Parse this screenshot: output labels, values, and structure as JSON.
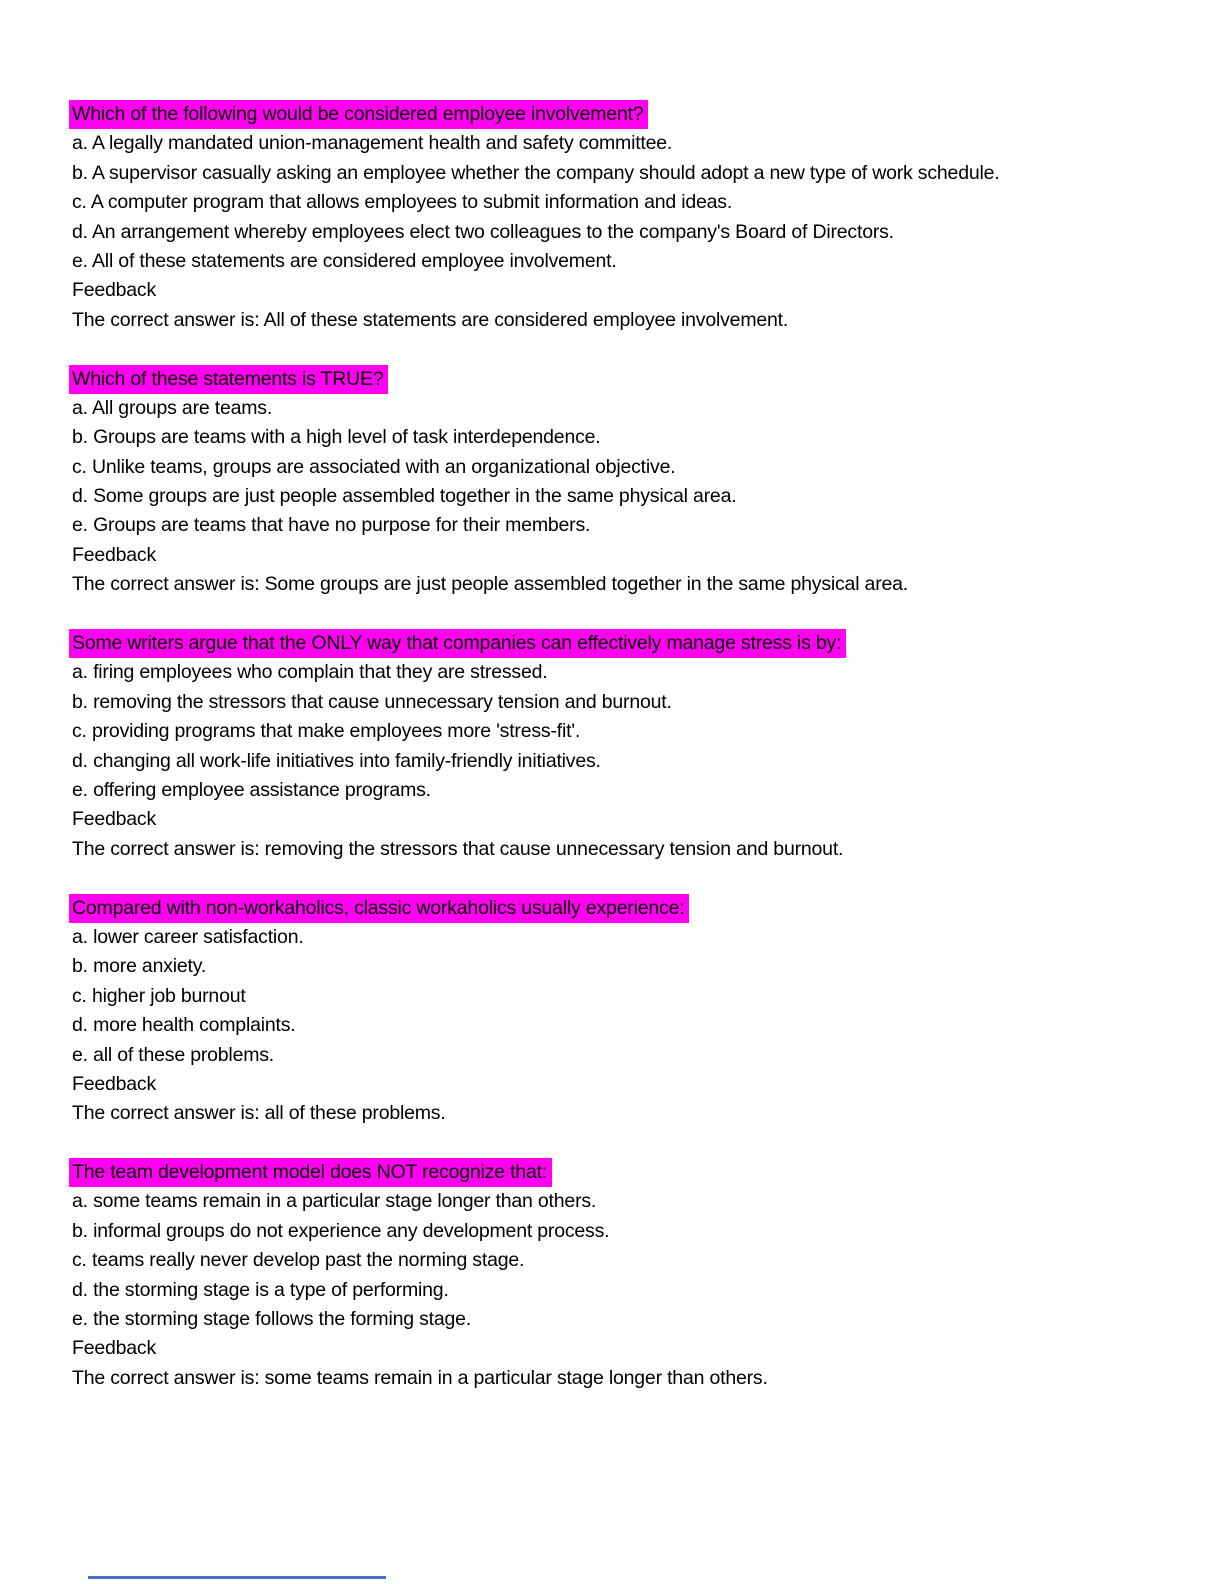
{
  "page": {
    "background_color": "#ffffff",
    "text_color": "#000000",
    "highlight_color": "#ff00f0"
  },
  "labels": {
    "feedback": "Feedback"
  },
  "blocks": [
    {
      "question": "Which of the following would be considered employee involvement?",
      "options": [
        "a. A legally mandated union-management health and safety committee.",
        "b. A supervisor casually asking an employee whether the company should adopt a new type of work schedule.",
        "c. A computer program that allows employees to submit information and ideas.",
        "d. An arrangement whereby employees elect two colleagues to the company's Board of Directors.",
        "e. All of these statements are considered employee involvement."
      ],
      "answer": "The correct answer is: All of these statements are considered employee involvement."
    },
    {
      "question": "Which of these statements is TRUE?",
      "options": [
        "a. All groups are teams.",
        "b. Groups are teams with a high level of task interdependence.",
        "c. Unlike teams, groups are associated with an organizational objective.",
        "d. Some groups are just people assembled together in the same physical area.",
        "e. Groups are teams that have no purpose for their members."
      ],
      "answer": "The correct answer is: Some groups are just people assembled together in the same physical area."
    },
    {
      "question": "Some writers argue that the ONLY way that companies can effectively manage stress is by:",
      "options": [
        "a. firing employees who complain that they are stressed.",
        "b. removing the stressors that cause unnecessary tension and burnout.",
        "c. providing programs that make employees more 'stress-fit'.",
        "d. changing all work-life initiatives into family-friendly initiatives.",
        "e. offering employee assistance programs."
      ],
      "answer": "The correct answer is: removing the stressors that cause unnecessary tension and burnout."
    },
    {
      "question": "Compared with non-workaholics, classic workaholics usually experience:",
      "options": [
        "a. lower career satisfaction.",
        "b. more anxiety.",
        "c. higher job burnout",
        "d. more health complaints.",
        "e. all of these problems."
      ],
      "answer": "The correct answer is: all of these problems."
    },
    {
      "question": "The team development model does NOT recognize that:",
      "options": [
        "a. some teams remain in a particular stage longer than others.",
        "b. informal groups do not experience any development process.",
        "c. teams really never develop past the norming stage.",
        "d. the storming stage is a type of performing.",
        "e. the storming stage follows the forming stage."
      ],
      "answer": "The correct answer is: some teams remain in a particular stage longer than others."
    }
  ],
  "footer": {
    "rule_color": "#4472c4"
  }
}
